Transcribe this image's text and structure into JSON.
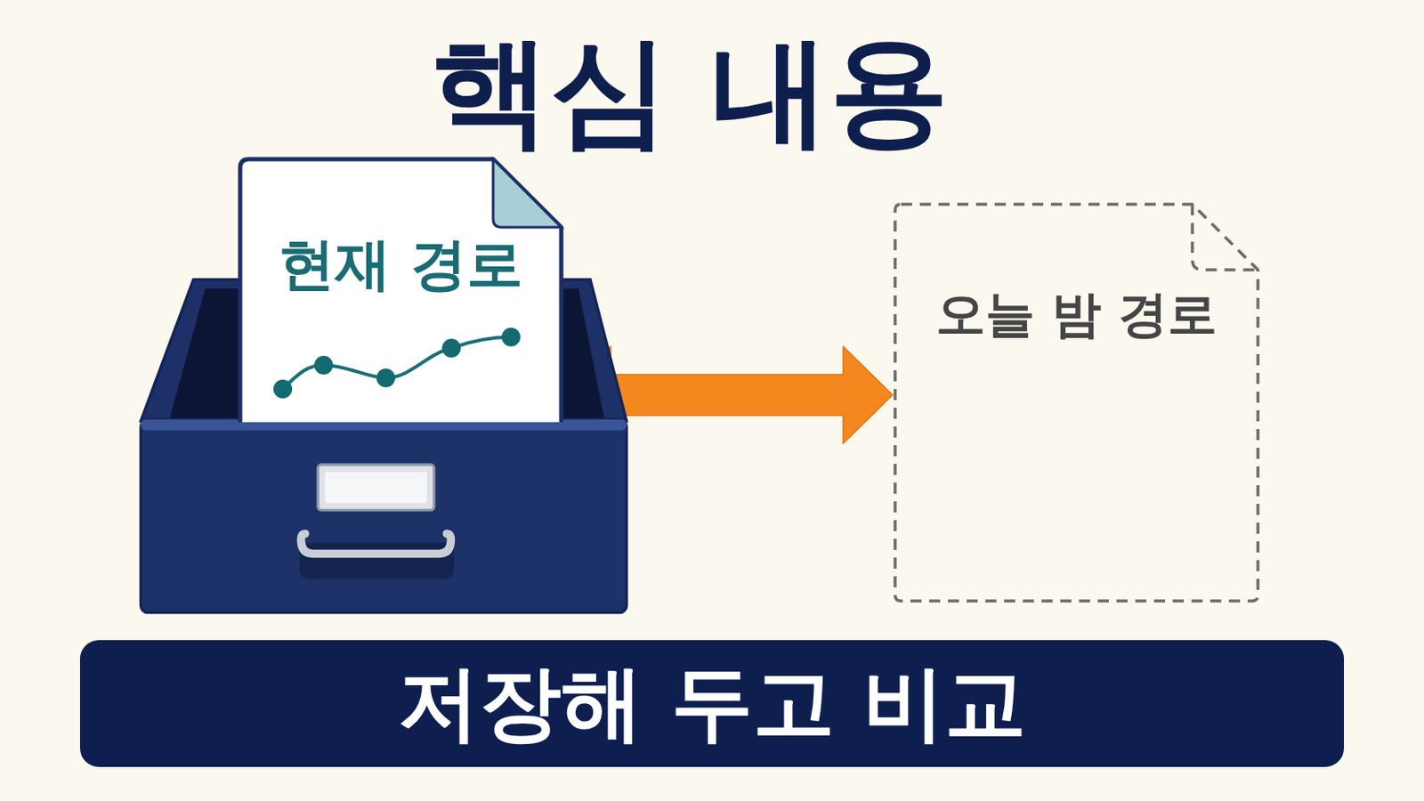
{
  "diagram": {
    "title": "핵심 내용",
    "nodes": [
      {
        "text": [
          "현재 경로"
        ]
      },
      {
        "text": [
          "오늘 밤 경로"
        ]
      },
      {
        "text": [
          "저장해 두고 비교"
        ]
      }
    ],
    "edges": [
      {
        "from": 0,
        "to": 1,
        "arrow": "both"
      }
    ]
  }
}
